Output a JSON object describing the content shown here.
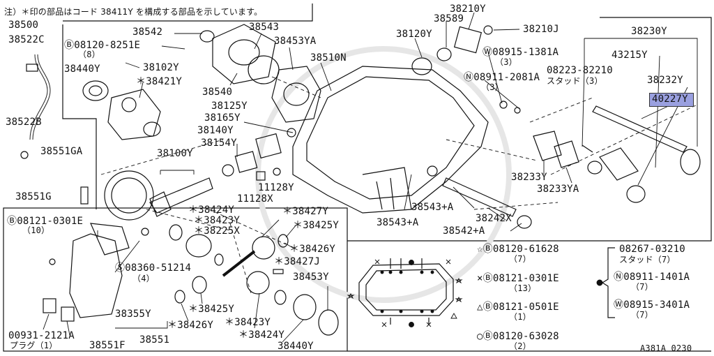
{
  "note": "注）＊印の部品はコード 38411Y を構成する部品を示しています。",
  "diagram_code": "A381A 0230",
  "highlight_color": "#9aa0e0",
  "labels": {
    "p38500": "38500",
    "p38522C": "38522C",
    "p38522B": "38522B",
    "p38551GA": "38551GA",
    "p38551G": "38551G",
    "p38440Y_a": "38440Y",
    "p38542_a": "38542",
    "p08120_8251E": "Ⓑ08120-8251E",
    "p08120_8251E_qty": "（8）",
    "p38102Y": "38102Y",
    "p38421Y": "＊38421Y",
    "p38540": "38540",
    "p38543": "38543",
    "p38453YA": "38453YA",
    "p38510N": "38510N",
    "p38125Y": "38125Y",
    "p38165Y": "38165Y",
    "p38140Y": "38140Y",
    "p38154Y": "38154Y",
    "p38100Y": "38100Y",
    "p11128Y": "11128Y",
    "p11128X": "11128X",
    "p38589": "38589",
    "p38210Y": "38210Y",
    "p38120Y": "38120Y",
    "p38210J": "38210J",
    "p08915_1381A": "Ⓦ08915-1381A",
    "p08915_1381A_qty": "（3）",
    "p08911_2081A": "Ⓝ08911-2081A",
    "p08911_2081A_qty": "（3）",
    "p38230Y": "38230Y",
    "p43215Y": "43215Y",
    "p08223_82210": "08223-82210",
    "p08223_82210_sub": "スタッド（3）",
    "p38232Y": "38232Y",
    "p40227Y": "40227Y",
    "p38233Y": "38233Y",
    "p38233YA": "38233YA",
    "p38543A_a": "38543+A",
    "p38242X": "38242X",
    "p38543A_b": "38543+A",
    "p38542A": "38542+A",
    "p38424Y_a": "＊38424Y",
    "p38423Y_a": "＊38423Y",
    "p38225X": "＊38225X",
    "p38427Y": "＊38427Y",
    "p38425Y_a": "＊38425Y",
    "p38426Y_a": "＊38426Y",
    "p38427J": "＊38427J",
    "p08121_0301E": "Ⓑ08121-0301E",
    "p08121_0301E_qty": "（10）",
    "p08360_51214": "Ⓢ08360-51214",
    "p08360_51214_qty": "（4）",
    "p38355Y": "38355Y",
    "p38425Y_b": "＊38425Y",
    "p38426Y_b": "＊38426Y",
    "p38423Y_b": "＊38423Y",
    "p38453Y": "38453Y",
    "p38424Y_b": "＊38424Y",
    "p38440Y_b": "38440Y",
    "p38551": "38551",
    "p00931_2121A": "00931-2121A",
    "p00931_2121A_sub": "プラグ（1）",
    "p38551F": "38551F"
  },
  "legend": {
    "star_code": "☆Ⓑ08120-61628",
    "star_qty": "（7）",
    "cross_code": "×Ⓑ08121-0301E",
    "cross_qty": "（13）",
    "tri_code": "△Ⓑ08121-0501E",
    "tri_qty": "（1）",
    "circle_code": "○Ⓑ08120-63028",
    "circle_qty": "（2）",
    "dot_a_code": "08267-03210",
    "dot_a_sub": "スタッド（7）",
    "dot_b_code": "Ⓝ08911-1401A",
    "dot_b_qty": "（7）",
    "dot_c_code": "Ⓦ08915-3401A",
    "dot_c_qty": "（7）"
  }
}
